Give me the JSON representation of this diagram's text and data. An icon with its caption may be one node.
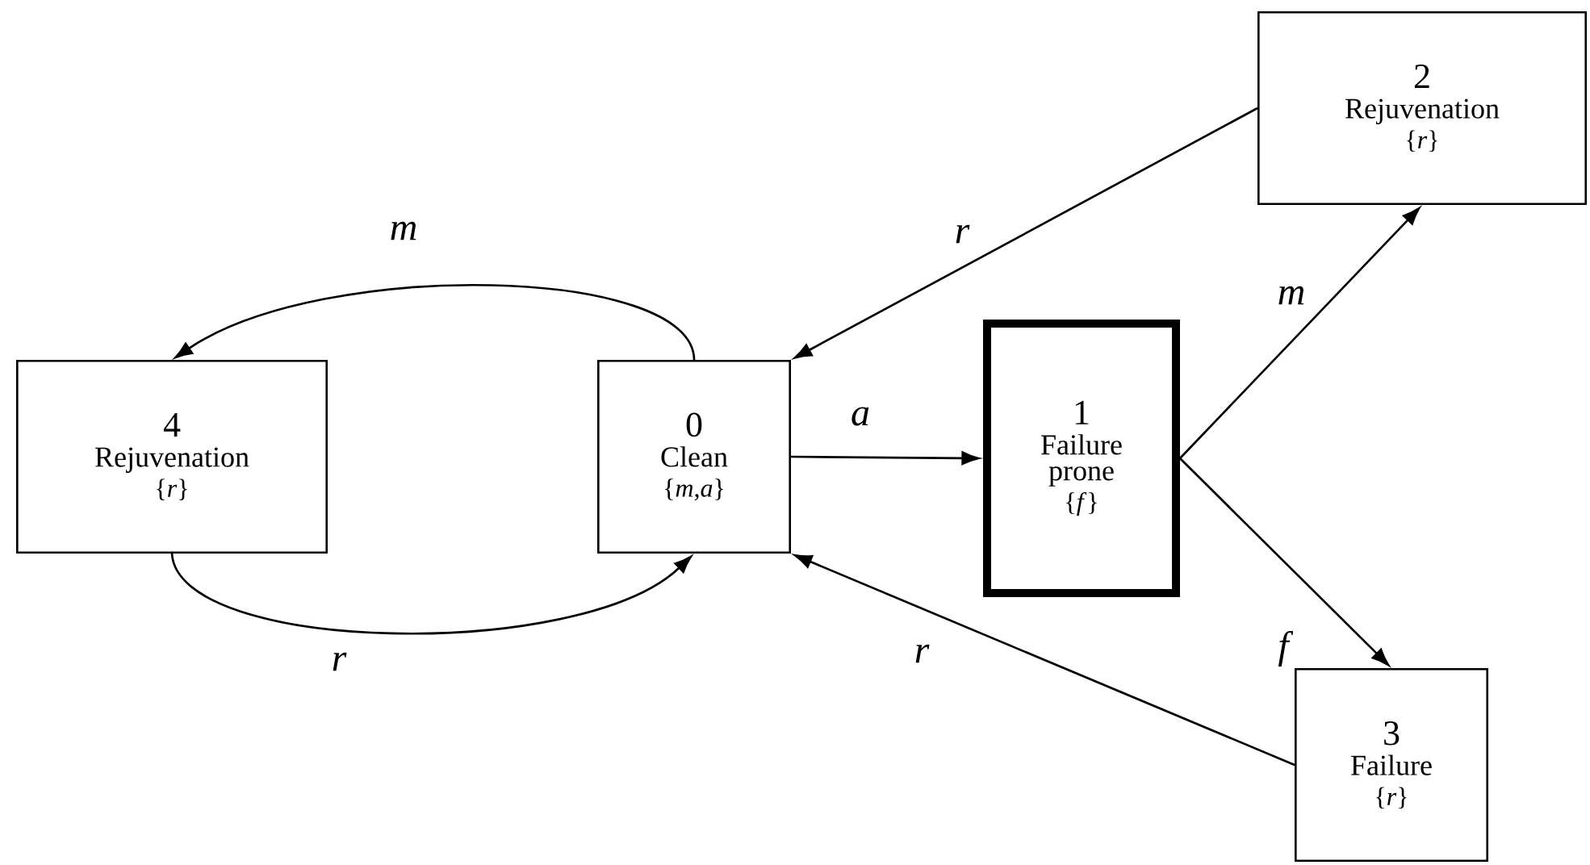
{
  "diagram": {
    "nodes": [
      {
        "text": [
          "2",
          "Rejuvenation",
          "{*r*}"
        ]
      },
      {
        "text": [
          "4",
          "Rejuvenation",
          "{*r*}"
        ]
      },
      {
        "text": [
          "0",
          "Clean",
          "{*m*,*a*}"
        ]
      },
      {
        "text": [
          "1",
          "Failure prone",
          "{*f*}"
        ]
      },
      {
        "text": [
          "3",
          "Failure",
          "{*r*}"
        ]
      }
    ],
    "edges": [
      {
        "from": 2,
        "to": 1,
        "arrow": "to",
        "label": "m"
      },
      {
        "from": 1,
        "to": 2,
        "arrow": "to",
        "label": "r"
      },
      {
        "from": 2,
        "to": 3,
        "arrow": "to",
        "label": "a"
      },
      {
        "from": 3,
        "to": 0,
        "arrow": "to",
        "label": "m"
      },
      {
        "from": 3,
        "to": 4,
        "arrow": "to",
        "label": "f"
      },
      {
        "from": 0,
        "to": 2,
        "arrow": "to",
        "label": "r"
      },
      {
        "from": 4,
        "to": 2,
        "arrow": "to",
        "label": "r"
      }
    ]
  }
}
